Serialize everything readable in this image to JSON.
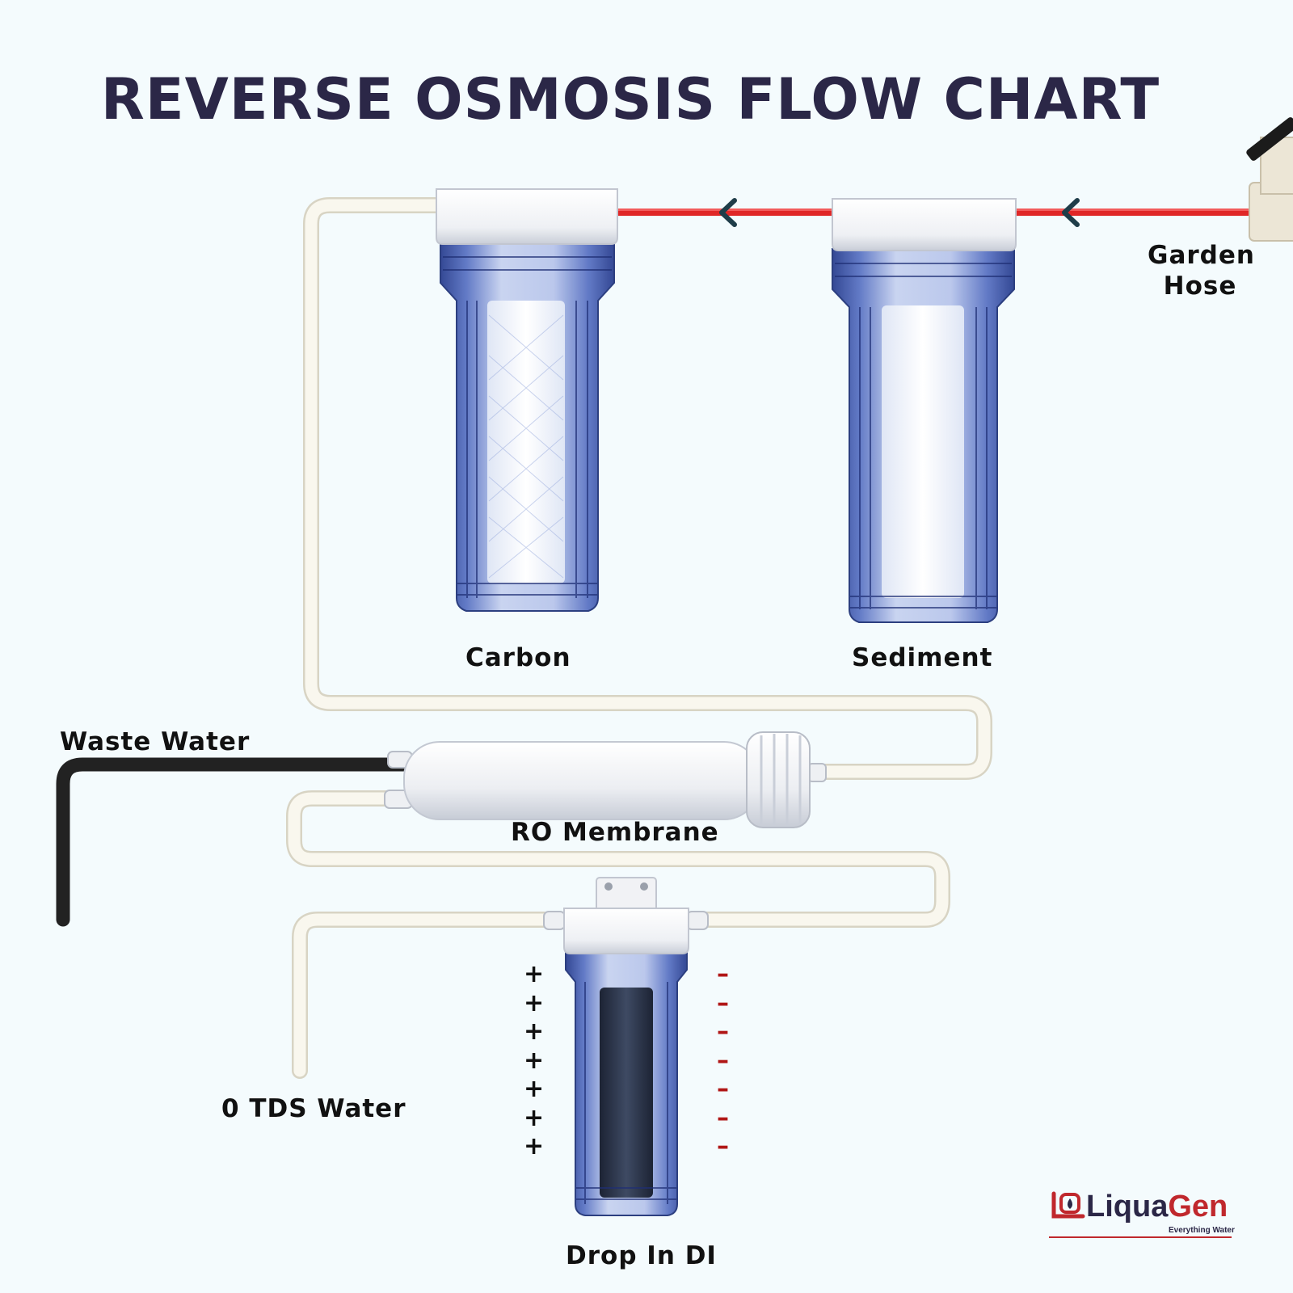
{
  "title": "REVERSE OSMOSIS FLOW CHART",
  "labels": {
    "garden_hose_line1": "Garden",
    "garden_hose_line2": "Hose",
    "carbon": "Carbon",
    "sediment": "Sediment",
    "waste_water": "Waste Water",
    "ro_membrane": "RO Membrane",
    "zero_tds": "0 TDS Water",
    "drop_in_di": "Drop In DI"
  },
  "charges": {
    "plus": [
      "+",
      "+",
      "+",
      "+",
      "+",
      "+",
      "+"
    ],
    "minus": [
      "–",
      "–",
      "–",
      "–",
      "–",
      "–",
      "–"
    ]
  },
  "brand": {
    "name_part1": "Liqua",
    "name_part2": "Gen",
    "tagline": "Everything Water"
  },
  "colors": {
    "hot_line": "#e02727",
    "tube": "#f9f7ee",
    "waste_line": "#222222",
    "housing_blue": "#3b56a8",
    "title": "#2b2747",
    "brand_red": "#c0282d"
  }
}
